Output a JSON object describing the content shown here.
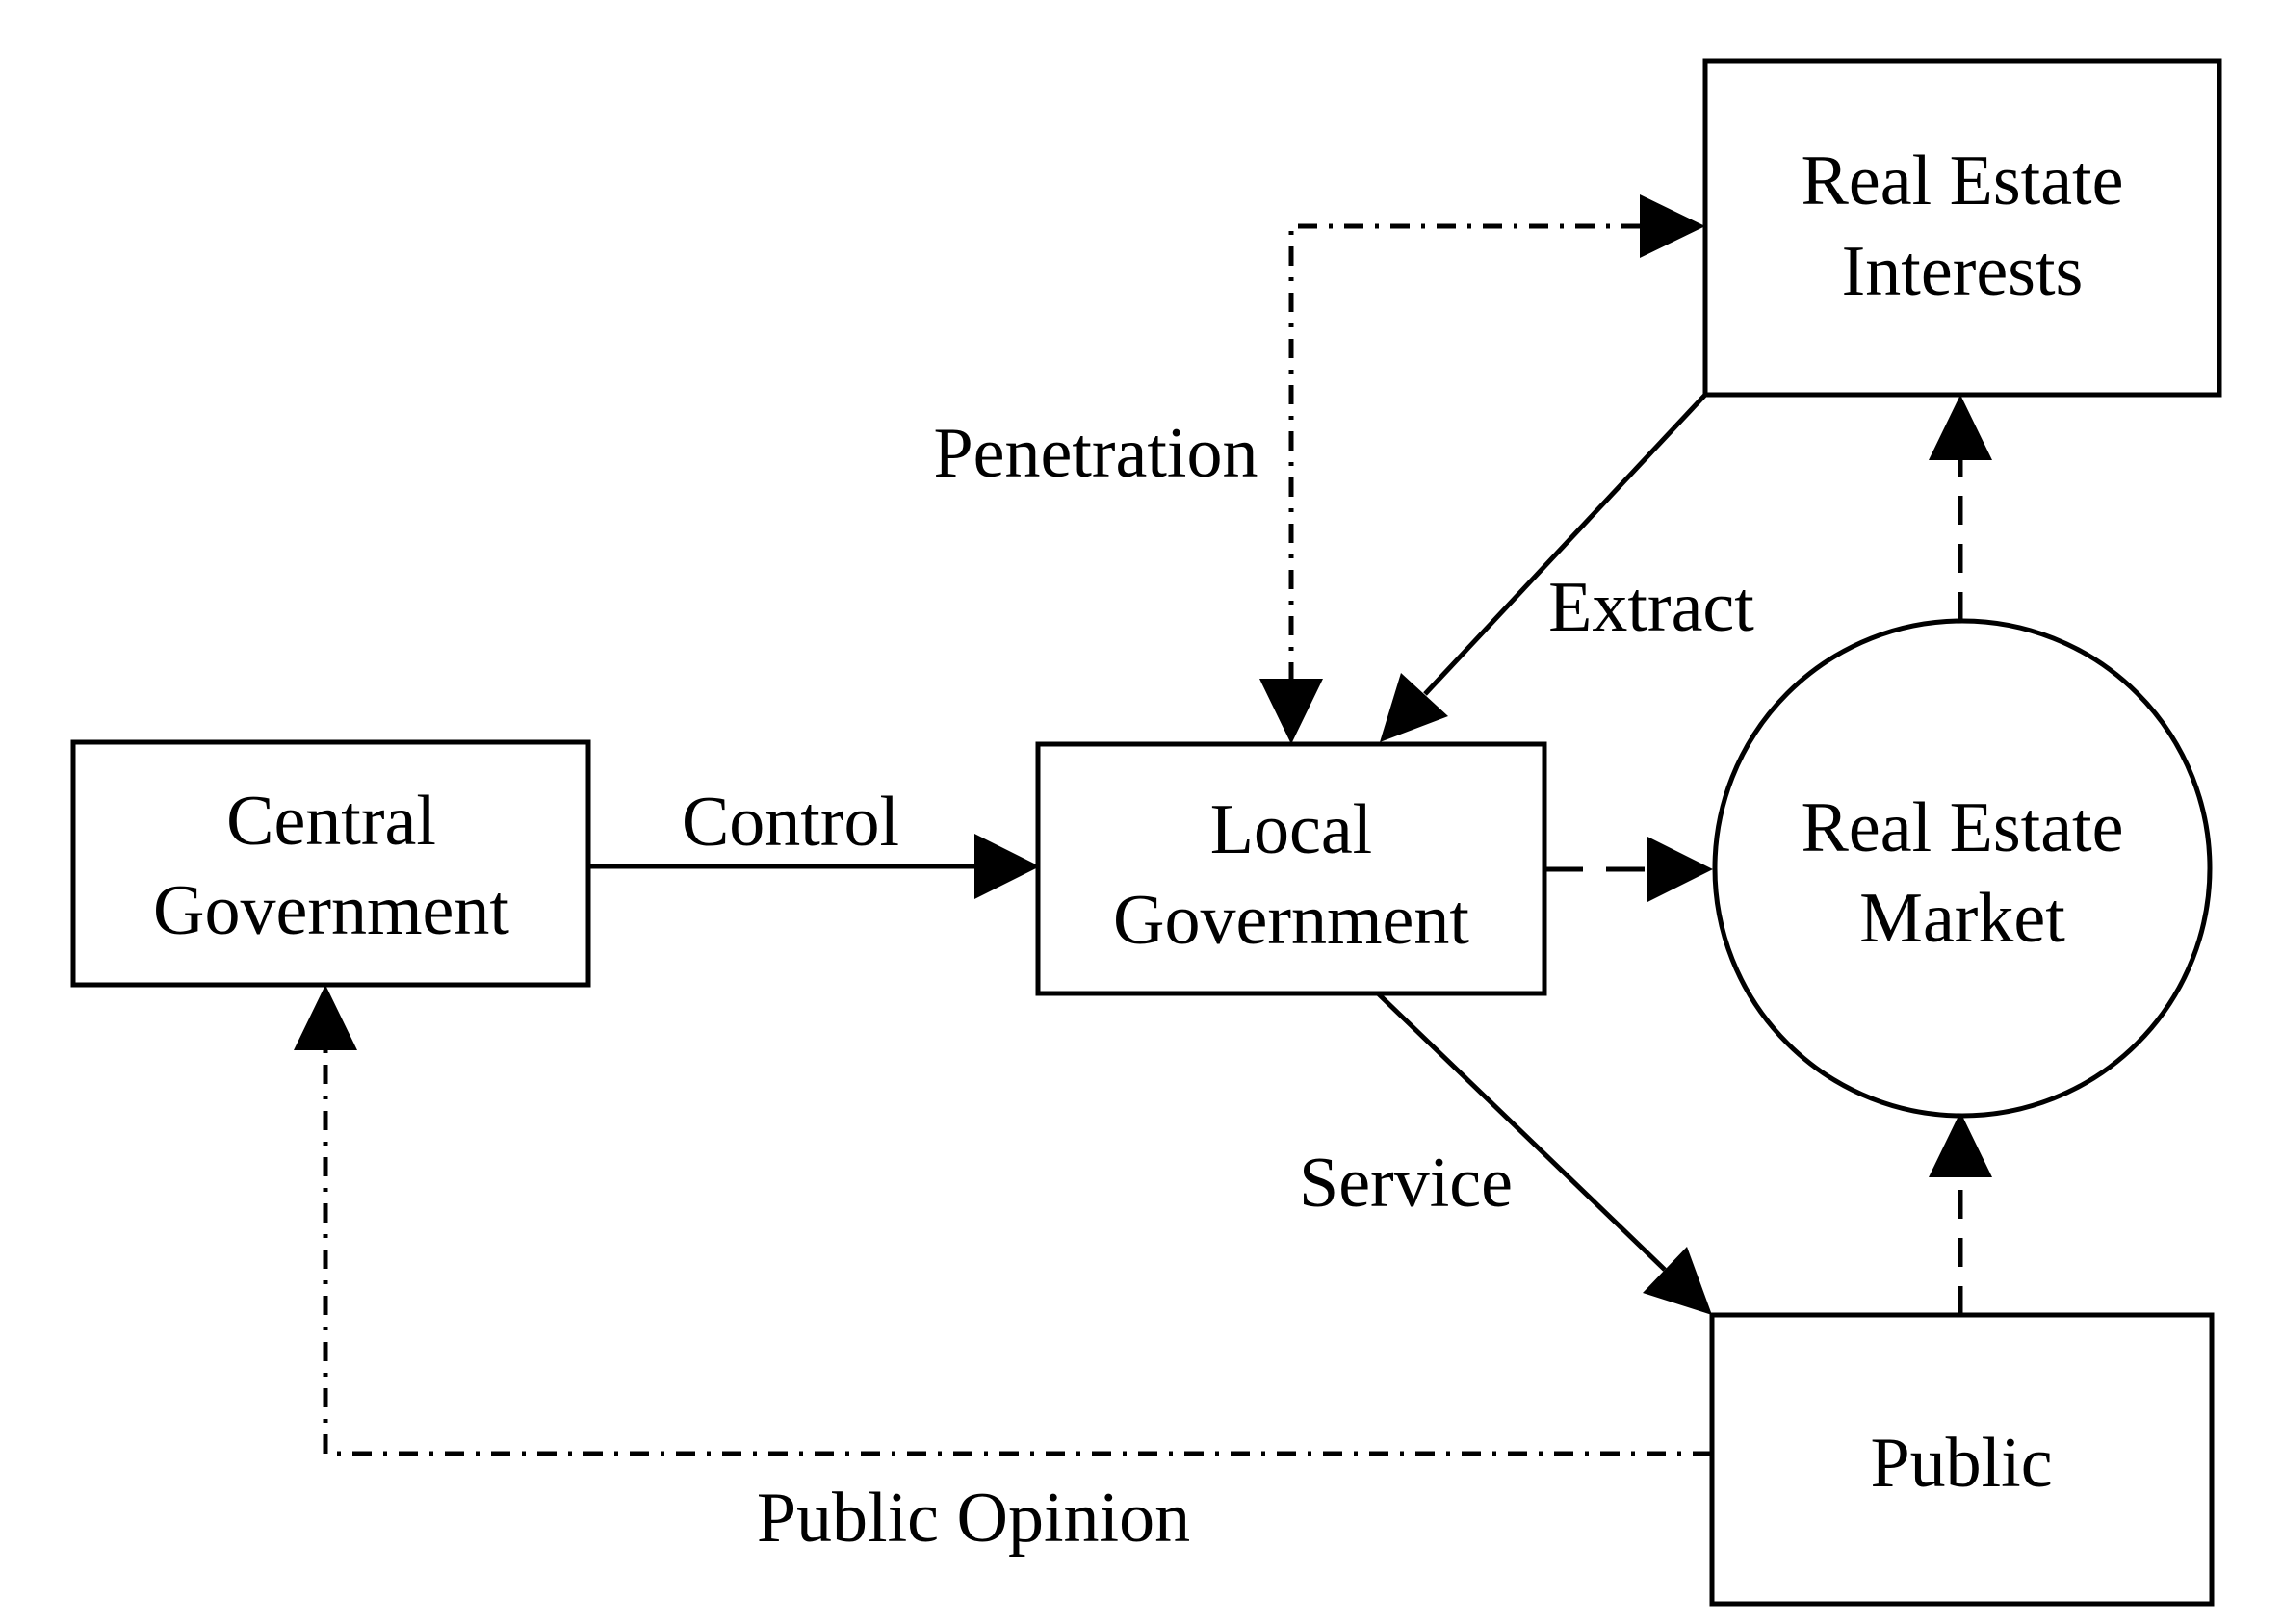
{
  "title": "Government and real estate relationship diagram",
  "colors": {
    "ink": "#000000",
    "background": "#ffffff"
  },
  "nodes": {
    "central_government": {
      "shape": "rectangle",
      "line1": "Central",
      "line2": "Government"
    },
    "local_government": {
      "shape": "rectangle",
      "line1": "Local",
      "line2": "Government"
    },
    "real_estate_interests": {
      "shape": "rectangle",
      "line1": "Real Estate",
      "line2": "Interests"
    },
    "real_estate_market": {
      "shape": "circle",
      "line1": "Real Estate",
      "line2": "Market"
    },
    "public": {
      "shape": "rectangle",
      "line1": "Public"
    }
  },
  "edges": {
    "control": {
      "label": "Control",
      "style": "solid",
      "from": "central_government",
      "to": "local_government"
    },
    "penetration": {
      "label": "Penetration",
      "style": "dash-dot",
      "from": "local_government",
      "to": "real_estate_interests"
    },
    "extract": {
      "label": "Extract",
      "style": "solid",
      "from": "real_estate_interests",
      "to": "local_government"
    },
    "service": {
      "label": "Service",
      "style": "solid",
      "from": "local_government",
      "to": "public"
    },
    "public_opinion": {
      "label": "Public Opinion",
      "style": "dash-dot",
      "from": "public",
      "to": "central_government"
    },
    "local_government_to_market": {
      "label": "",
      "style": "dashed",
      "from": "local_government",
      "to": "real_estate_market"
    },
    "market_to_interests": {
      "label": "",
      "style": "dashed",
      "from": "real_estate_market",
      "to": "real_estate_interests"
    },
    "public_to_market": {
      "label": "",
      "style": "dashed",
      "from": "public",
      "to": "real_estate_market"
    }
  }
}
